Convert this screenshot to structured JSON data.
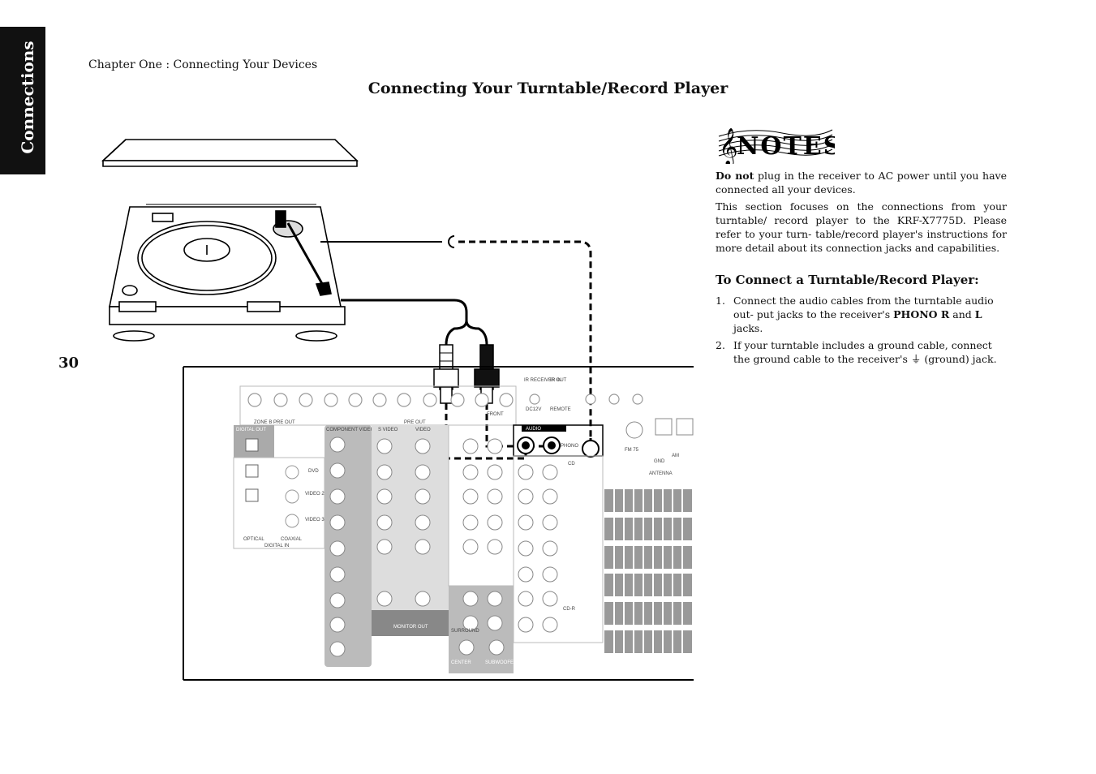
{
  "side_tab": "Connections",
  "chapter": "Chapter One : Connecting Your Devices",
  "title": "Connecting Your Turntable/Record Player",
  "page_number": "30",
  "notes_logo": "NOTES",
  "notes": {
    "p1_bold": "Do not",
    "p1_rest": " plug in the receiver to AC power until you have connected all your devices.",
    "p2": "This section focuses on the connections from your turntable/ record player to the KRF-X7775D. Please refer to your turn- table/record player's instructions for more detail about its connection jacks and capabilities."
  },
  "instructions": {
    "heading": "To Connect a Turntable/Record Player:",
    "steps": [
      {
        "num": "1.",
        "a": "Connect the audio cables from the turntable audio out- put jacks to the receiver's ",
        "b": "PHONO R",
        "c": " and ",
        "d": "L",
        "e": " jacks."
      },
      {
        "num": "2.",
        "a": "If your turntable includes a ground cable, connect the ground cable to the receiver's ",
        "sym": "⏚",
        "e": " (ground) jack."
      }
    ]
  },
  "diagram": {
    "labels": {
      "zone_b": "ZONE B PRE OUT",
      "pre_out": "PRE OUT",
      "digital_out": "DIGITAL OUT",
      "component_video": "COMPONENT VIDEO",
      "s_video": "S VIDEO",
      "video": "VIDEO",
      "audio": "AUDIO",
      "phono": "PHONO",
      "fm": "FM 75",
      "gnd": "GND",
      "am": "AM",
      "antenna": "ANTENNA",
      "optical": "OPTICAL",
      "coaxial": "COAXIAL",
      "digital_in": "DIGITAL IN",
      "dvd": "DVD",
      "video2": "VIDEO 2",
      "video3": "VIDEO 3",
      "monitor_out": "MONITOR OUT",
      "center": "CENTER",
      "subwoofer": "SUBWOOFER",
      "surround": "SURROUND",
      "front": "FRONT",
      "cd_r": "CD-R",
      "cd": "CD",
      "remote": "REMOTE",
      "ir_out": "IR OUT",
      "ir_receiver_in": "IR RECEIVER IN",
      "dc12v": "DC12V"
    }
  }
}
